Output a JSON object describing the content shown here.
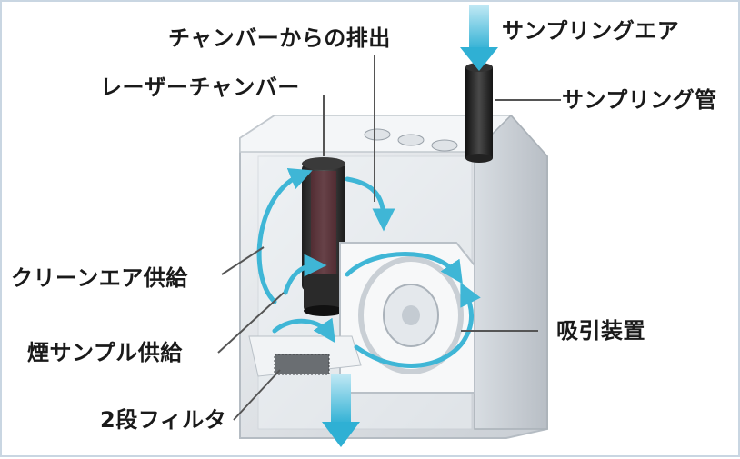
{
  "labels": {
    "chamber_exhaust": "チャンバーからの排出",
    "sampling_air": "サンプリングエア",
    "laser_chamber": "レーザーチャンバー",
    "sampling_pipe": "サンプリング管",
    "clean_air_supply": "クリーンエア供給",
    "suction_device": "吸引装置",
    "smoke_sample_supply": "煙サンプル供給",
    "two_stage_filter": "2段フィルタ"
  },
  "colors": {
    "flow_arrow": "#3fb6d6",
    "housing": "#e6eaee",
    "pipe": "#2a2a2a",
    "leader_line": "#555555"
  }
}
